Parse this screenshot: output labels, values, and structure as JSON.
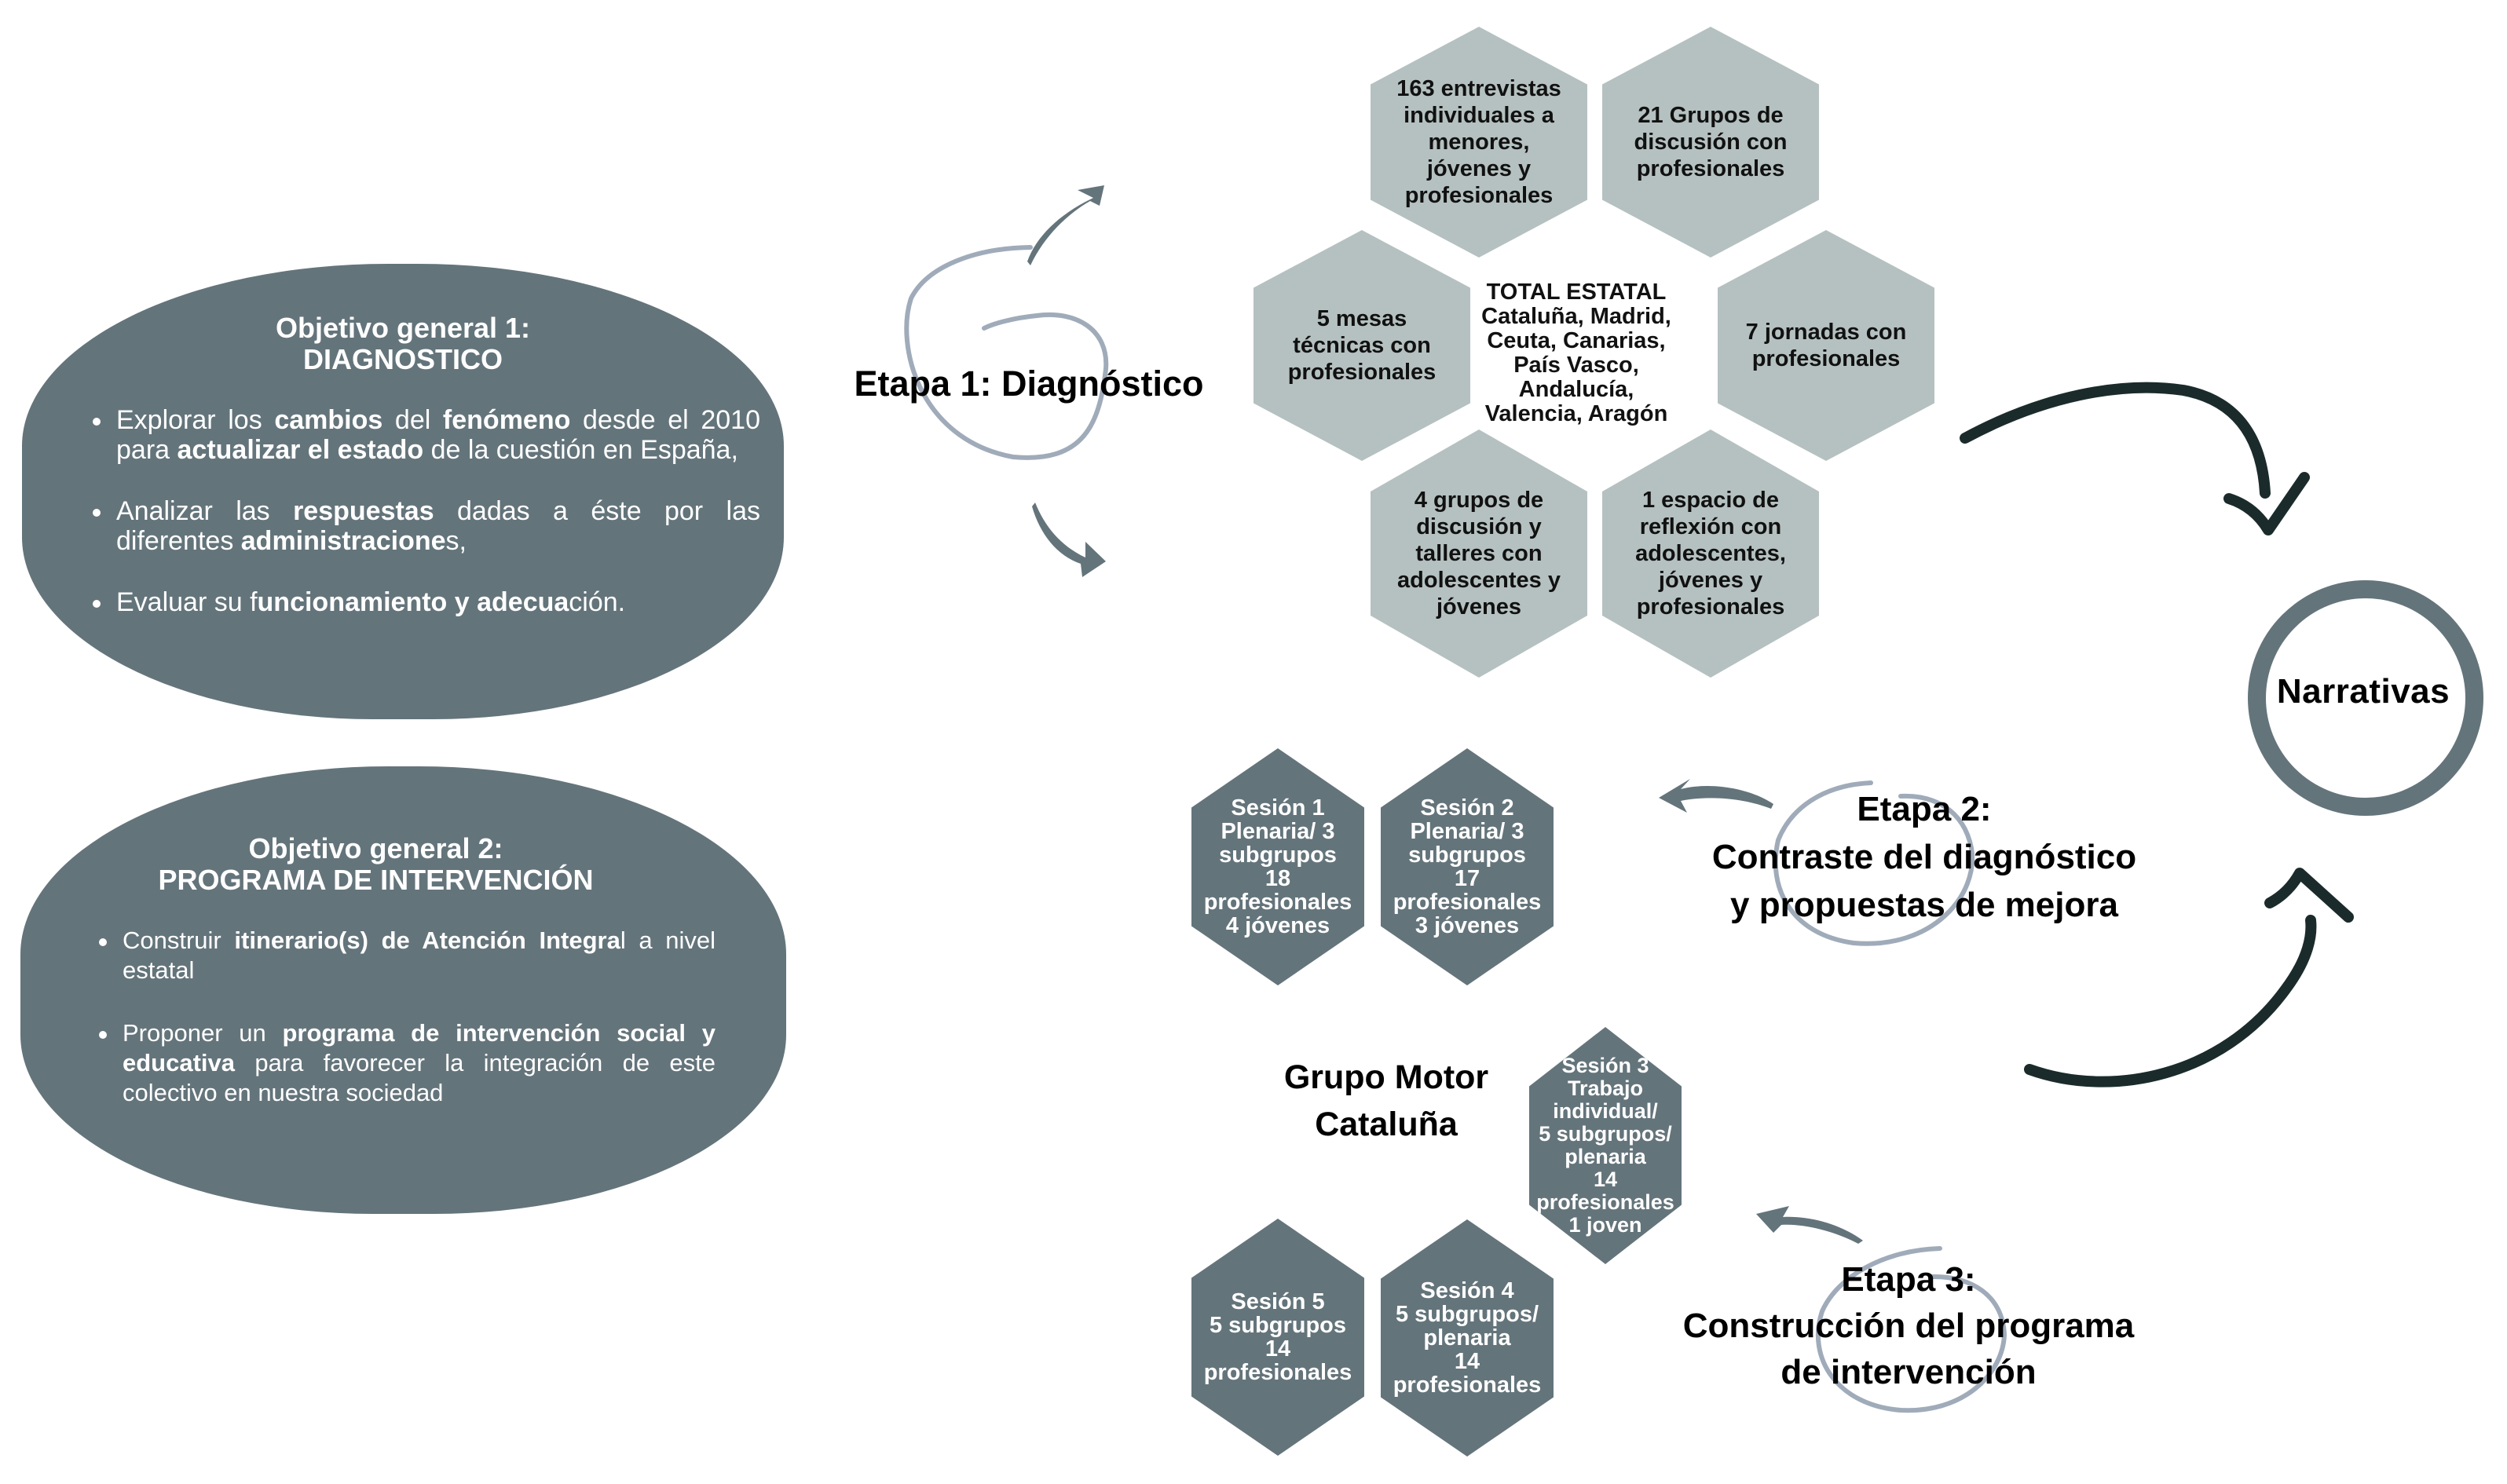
{
  "objectives": [
    {
      "title_line1": "Objetivo general 1:",
      "title_line2": "DIAGNOSTICO",
      "bullets": [
        [
          {
            "t": "Explorar los ",
            "b": false
          },
          {
            "t": "cambios",
            "b": true
          },
          {
            "t": " del ",
            "b": false
          },
          {
            "t": "fenómeno",
            "b": true
          },
          {
            "t": " desde el 2010 para ",
            "b": false
          },
          {
            "t": "actualizar el estado",
            "b": true
          },
          {
            "t": " de la cuestión en España,",
            "b": false
          }
        ],
        [
          {
            "t": "Analizar las ",
            "b": false
          },
          {
            "t": "respuestas",
            "b": true
          },
          {
            "t": " dadas a éste por las diferentes ",
            "b": false
          },
          {
            "t": "administracione",
            "b": true
          },
          {
            "t": "s,",
            "b": false
          }
        ],
        [
          {
            "t": "Evaluar su f",
            "b": false
          },
          {
            "t": "uncionamiento y adecua",
            "b": true
          },
          {
            "t": "ción.",
            "b": false
          }
        ]
      ]
    },
    {
      "title_line1": "Objetivo general 2:",
      "title_line2": "PROGRAMA DE INTERVENCIÓN",
      "bullets": [
        [
          {
            "t": "Construir ",
            "b": false
          },
          {
            "t": "itinerario(s) de Atención Integra",
            "b": true
          },
          {
            "t": "l a nivel estatal",
            "b": false
          }
        ],
        [
          {
            "t": "Proponer un ",
            "b": false
          },
          {
            "t": "programa de intervención social y educativa",
            "b": true
          },
          {
            "t": " para favorecer la integración de este colectivo en nuestra sociedad",
            "b": false
          }
        ]
      ]
    }
  ],
  "stages": {
    "etapa1": "Etapa 1: Diagnóstico",
    "etapa2": "Etapa 2:\nContraste del diagnóstico\ny propuestas de mejora",
    "etapa3": "Etapa 3:\nConstrucción del programa\nde intervención"
  },
  "diagnostico_hexes": {
    "top_left": "163 entrevistas\nindividuales a\nmenores,\njóvenes y\nprofesionales",
    "top_right": "21 Grupos de\ndiscusión con\nprofesionales",
    "mid_left": "5 mesas\ntécnicas con\nprofesionales",
    "mid_right": "7 jornadas con\nprofesionales",
    "bottom_left": "4 grupos de\ndiscusión y\ntalleres con\nadolescentes y\njóvenes",
    "bottom_right": "1 espacio de\nreflexión con\nadolescentes,\njóvenes y\nprofesionales",
    "center": "TOTAL ESTATAL\nCataluña, Madrid,\nCeuta, Canarias,\nPaís Vasco,\nAndalucía,\nValencia, Aragón"
  },
  "sessions": {
    "s1": "Sesión 1\nPlenaria/ 3\nsubgrupos\n18 profesionales\n4 jóvenes",
    "s2": "Sesión 2\nPlenaria/ 3\nsubgrupos\n17\nprofesionales\n3 jóvenes",
    "s3": "Sesión 3\nTrabajo\nindividual/\n5 subgrupos/\nplenaria\n14 profesionales\n1 joven",
    "s4": "Sesión 4\n5 subgrupos/\nplenaria\n14\nprofesionales",
    "s5": "Sesión 5\n5 subgrupos\n14 profesionales"
  },
  "grupo_motor": "Grupo Motor\nCataluña",
  "narrativas": "Narrativas",
  "colors": {
    "dark_slate": "#64747b",
    "light_sage": "#b5c1c0",
    "sketch_circle": "#a0abba",
    "cycle_arrow": "#1b2b2b"
  }
}
